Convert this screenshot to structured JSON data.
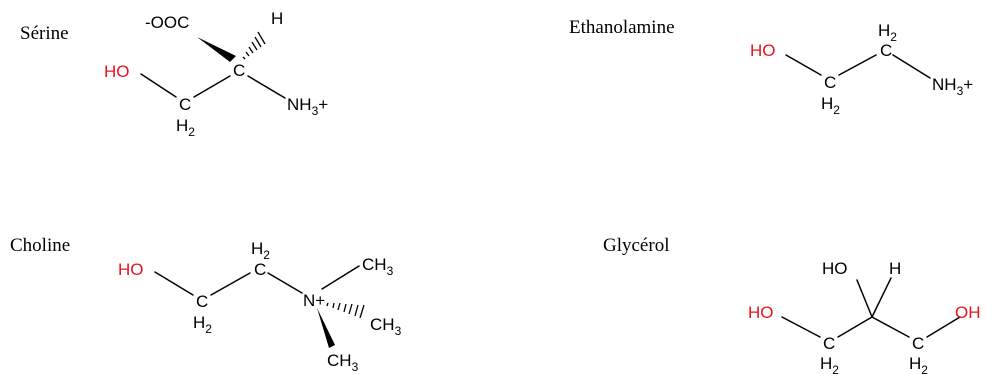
{
  "colors": {
    "oxygen": "#e8141b",
    "text": "#000000",
    "bond": "#000000"
  },
  "molecules": {
    "serine": {
      "name": "Sérine",
      "carboxylate": "-OOC",
      "hydroxyl": "HO",
      "alpha_carbon": "C",
      "hydrogen": "H",
      "ch2_carbon": "C",
      "ch2_h": "H",
      "ch2_sub": "2",
      "amine_main": "NH",
      "amine_sub": "3",
      "amine_charge": "+"
    },
    "ethanolamine": {
      "name": "Ethanolamine",
      "hydroxyl": "HO",
      "c1": "C",
      "c1_h": "H",
      "c1_sub": "2",
      "c2": "C",
      "c2_h": "H",
      "c2_sub": "2",
      "amine_main": "NH",
      "amine_sub": "3",
      "amine_charge": "+"
    },
    "choline": {
      "name": "Choline",
      "hydroxyl": "HO",
      "c1": "C",
      "c1_h": "H",
      "c1_sub": "2",
      "c2": "C",
      "c2_h": "H",
      "c2_sub": "2",
      "nitrogen": "N+",
      "methyl": "CH",
      "methyl_sub": "3"
    },
    "glycerol": {
      "name": "Glycérol",
      "hydroxyl_left": "HO",
      "hydroxyl_top": "HO",
      "hydrogen": "H",
      "hydroxyl_right": "OH",
      "c1": "C",
      "c1_h": "H",
      "c1_sub": "2",
      "c3": "C",
      "c3_h": "H",
      "c3_sub": "2"
    }
  }
}
